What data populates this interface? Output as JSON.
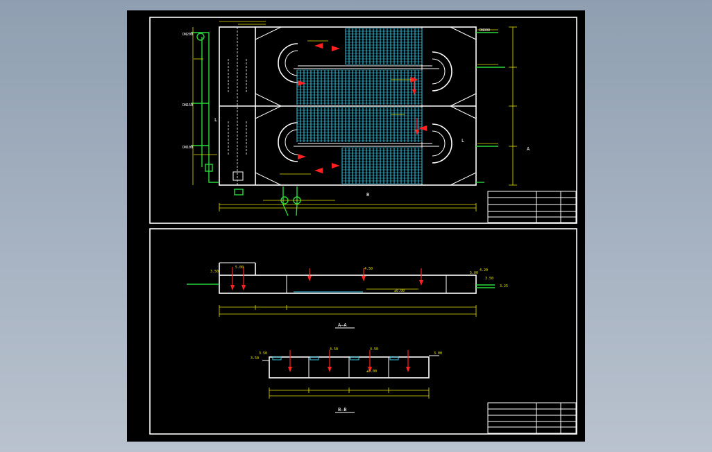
{
  "drawing": {
    "plan_view": {
      "callout_a": "A",
      "callout_b": "B",
      "section_marker": "L",
      "pipe_labels": [
        "DN200",
        "DN150",
        "DN100",
        "DN300"
      ]
    },
    "section_a": {
      "title": "A—A",
      "elevations": [
        "3.50",
        "5.00",
        "4.50",
        "5.00",
        "4.20",
        "3.50",
        "3.25",
        "±0.00"
      ]
    },
    "section_b": {
      "title": "B—B",
      "elevations": [
        "3.50",
        "3.50",
        "4.50",
        "4.50",
        "3.00",
        "±0.00"
      ]
    },
    "title_block_top": {
      "cells": [
        "",
        "",
        ""
      ]
    },
    "title_block_bottom": {
      "cells": [
        "",
        "",
        ""
      ]
    }
  },
  "colors": {
    "background": "#000000",
    "outline": "#ffffff",
    "aeration": "#39c7e6",
    "pipe": "#29d93a",
    "arrow": "#ff2020",
    "dimension": "#e6e100"
  }
}
